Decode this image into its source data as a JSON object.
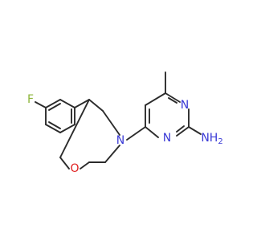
{
  "molecule": {
    "atom_labels": {
      "fluorine": "F",
      "oxygen": "O",
      "morpholine_nitrogen": "N",
      "pyrimidine_n1": "N",
      "pyrimidine_n3": "N",
      "amine": "NH",
      "amine_h_count": "2"
    },
    "colors": {
      "bond": "#2b2b2b",
      "fluorine": "#8db53a",
      "oxygen": "#e02020",
      "nitrogen": "#3a3ad6",
      "background": "#ffffff"
    }
  }
}
